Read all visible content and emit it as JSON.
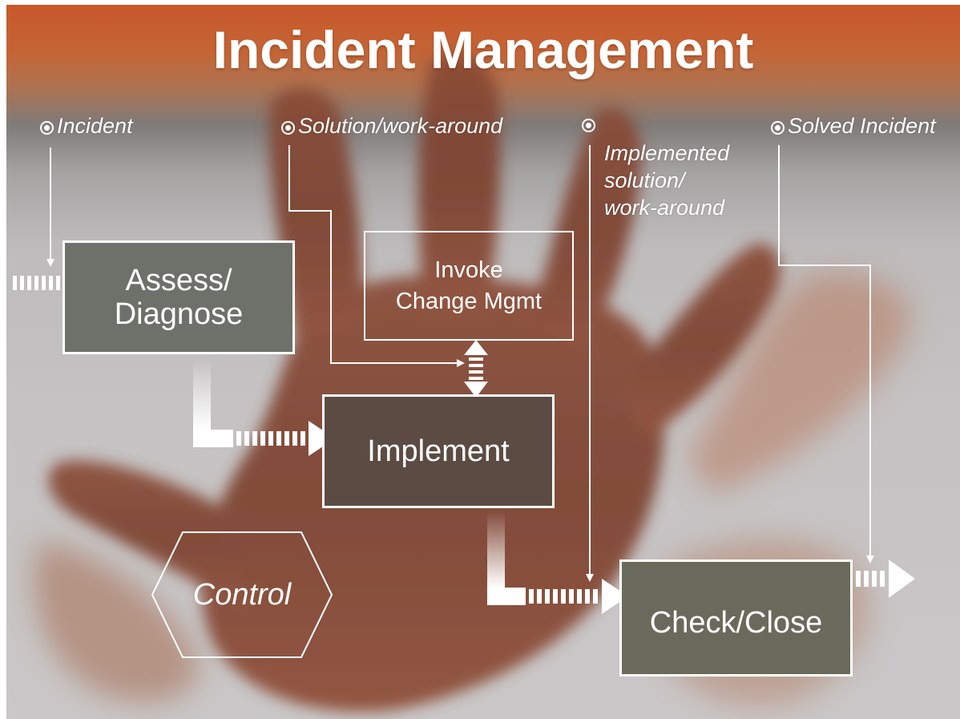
{
  "title": "Incident Management",
  "inputs": {
    "incident": "Incident",
    "solution": "Solution/work-around",
    "implemented": "Implemented\nsolution/\nwork-around",
    "solved": "Solved Incident"
  },
  "boxes": {
    "assess": "Assess/\nDiagnose",
    "invoke": "Invoke\nChange Mgmt",
    "implement": "Implement",
    "check": "Check/Close",
    "control": "Control"
  },
  "colors": {
    "title_band": "#c8582a",
    "assess_fill": "#6e706a",
    "implement_fill": "#5c4b43",
    "check_fill": "#6a6a5c",
    "lines": "#ffffff"
  }
}
